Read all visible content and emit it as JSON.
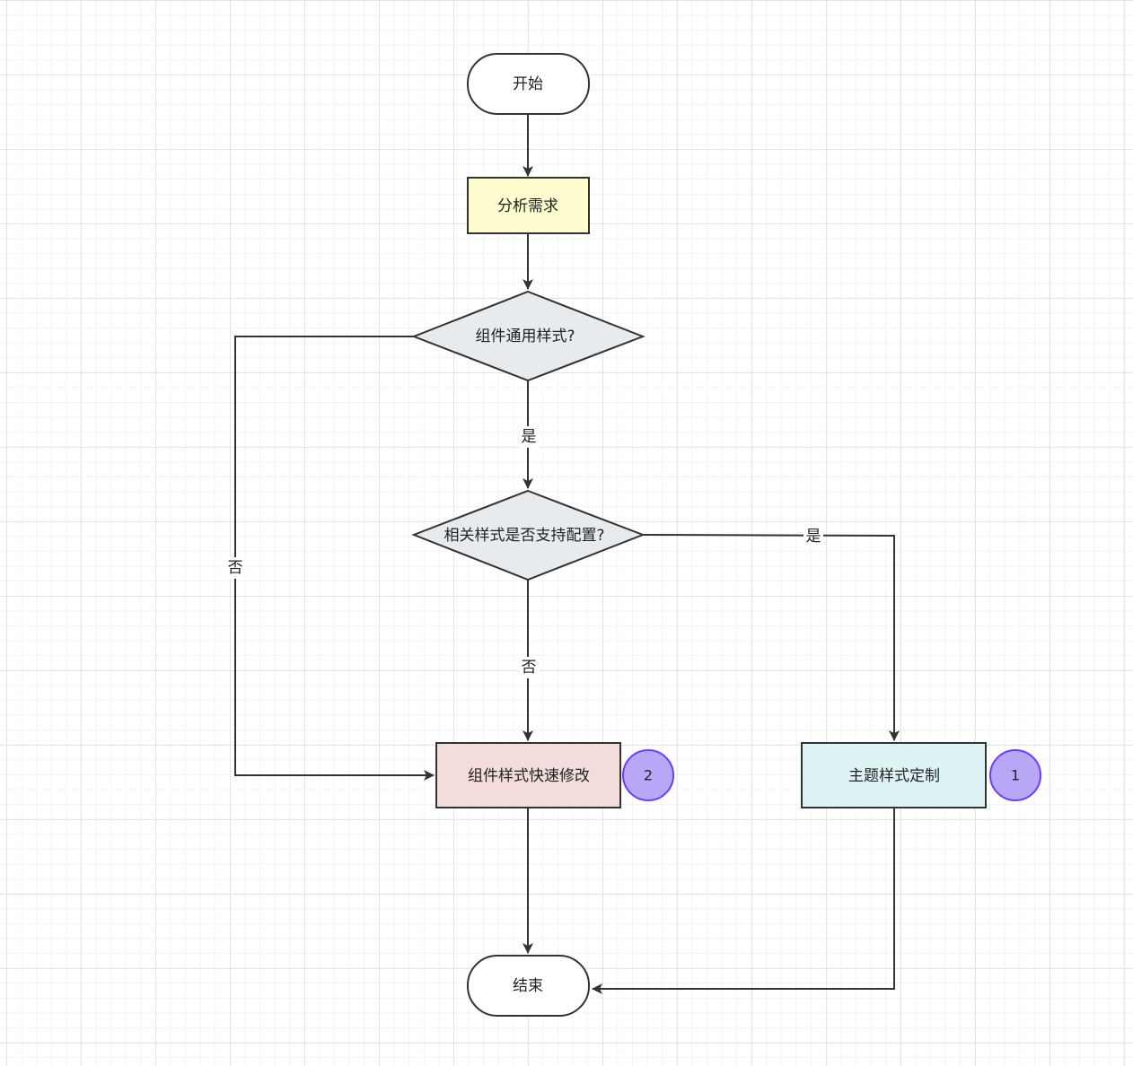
{
  "colors": {
    "line": "#333333",
    "process_fill": "#fdfdd0",
    "decision_fill": "#e8ebee",
    "quick_edit_fill": "#f4dcdc",
    "theme_fill": "#def4f4",
    "badge_fill": "#b9a6f6",
    "badge_stroke": "#6b3ff0"
  },
  "nodes": {
    "start": "开始",
    "analyze": "分析需求",
    "decision_common": "组件通用样式?",
    "decision_config": "相关样式是否支持配置?",
    "quick_edit": "组件样式快速修改",
    "theme_custom": "主题样式定制",
    "end": "结束"
  },
  "badges": {
    "quick_edit": "2",
    "theme_custom": "1"
  },
  "edge_labels": {
    "common_yes": "是",
    "common_no": "否",
    "config_yes": "是",
    "config_no": "否"
  }
}
